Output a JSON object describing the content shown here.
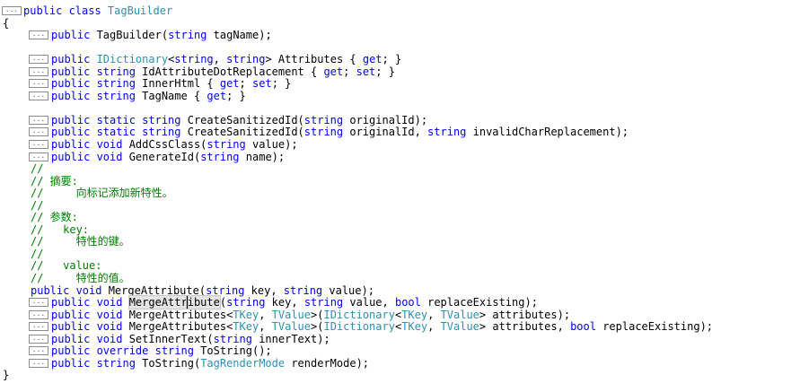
{
  "fold_marker": "...",
  "lines": [
    {
      "kind": "decl",
      "indent": 0,
      "collapsed": true,
      "tokens": [
        {
          "t": "public class ",
          "c": "kw"
        },
        {
          "t": "TagBuilder",
          "c": "ty"
        }
      ]
    },
    {
      "kind": "brace",
      "text": "{"
    },
    {
      "kind": "decl",
      "indent": 1,
      "collapsed": true,
      "tokens": [
        {
          "t": "public ",
          "c": "kw"
        },
        {
          "t": "TagBuilder(",
          "c": ""
        },
        {
          "t": "string",
          "c": "kw"
        },
        {
          "t": " tagName);",
          "c": ""
        }
      ]
    },
    {
      "kind": "blank"
    },
    {
      "kind": "decl",
      "indent": 1,
      "collapsed": true,
      "tokens": [
        {
          "t": "public ",
          "c": "kw"
        },
        {
          "t": "IDictionary",
          "c": "ty"
        },
        {
          "t": "<",
          "c": ""
        },
        {
          "t": "string",
          "c": "kw"
        },
        {
          "t": ", ",
          "c": ""
        },
        {
          "t": "string",
          "c": "kw"
        },
        {
          "t": "> Attributes { ",
          "c": ""
        },
        {
          "t": "get",
          "c": "kw"
        },
        {
          "t": "; }",
          "c": ""
        }
      ]
    },
    {
      "kind": "decl",
      "indent": 1,
      "collapsed": true,
      "tokens": [
        {
          "t": "public string ",
          "c": "kw"
        },
        {
          "t": "IdAttributeDotReplacement { ",
          "c": ""
        },
        {
          "t": "get",
          "c": "kw"
        },
        {
          "t": "; ",
          "c": ""
        },
        {
          "t": "set",
          "c": "kw"
        },
        {
          "t": "; }",
          "c": ""
        }
      ]
    },
    {
      "kind": "decl",
      "indent": 1,
      "collapsed": true,
      "tokens": [
        {
          "t": "public string ",
          "c": "kw"
        },
        {
          "t": "InnerHtml { ",
          "c": ""
        },
        {
          "t": "get",
          "c": "kw"
        },
        {
          "t": "; ",
          "c": ""
        },
        {
          "t": "set",
          "c": "kw"
        },
        {
          "t": "; }",
          "c": ""
        }
      ]
    },
    {
      "kind": "decl",
      "indent": 1,
      "collapsed": true,
      "tokens": [
        {
          "t": "public string ",
          "c": "kw"
        },
        {
          "t": "TagName { ",
          "c": ""
        },
        {
          "t": "get",
          "c": "kw"
        },
        {
          "t": "; }",
          "c": ""
        }
      ]
    },
    {
      "kind": "blank"
    },
    {
      "kind": "decl",
      "indent": 1,
      "collapsed": true,
      "tokens": [
        {
          "t": "public static string ",
          "c": "kw"
        },
        {
          "t": "CreateSanitizedId(",
          "c": ""
        },
        {
          "t": "string",
          "c": "kw"
        },
        {
          "t": " originalId);",
          "c": ""
        }
      ]
    },
    {
      "kind": "decl",
      "indent": 1,
      "collapsed": true,
      "tokens": [
        {
          "t": "public static string ",
          "c": "kw"
        },
        {
          "t": "CreateSanitizedId(",
          "c": ""
        },
        {
          "t": "string",
          "c": "kw"
        },
        {
          "t": " originalId, ",
          "c": ""
        },
        {
          "t": "string",
          "c": "kw"
        },
        {
          "t": " invalidCharReplacement);",
          "c": ""
        }
      ]
    },
    {
      "kind": "decl",
      "indent": 1,
      "collapsed": true,
      "tokens": [
        {
          "t": "public void ",
          "c": "kw"
        },
        {
          "t": "AddCssClass(",
          "c": ""
        },
        {
          "t": "string",
          "c": "kw"
        },
        {
          "t": " value);",
          "c": ""
        }
      ]
    },
    {
      "kind": "decl",
      "indent": 1,
      "collapsed": true,
      "tokens": [
        {
          "t": "public void ",
          "c": "kw"
        },
        {
          "t": "GenerateId(",
          "c": ""
        },
        {
          "t": "string",
          "c": "kw"
        },
        {
          "t": " name);",
          "c": ""
        }
      ]
    },
    {
      "kind": "comment",
      "text": "//"
    },
    {
      "kind": "comment",
      "text": "// 摘要:"
    },
    {
      "kind": "comment",
      "text": "//     向标记添加新特性。"
    },
    {
      "kind": "comment",
      "text": "//"
    },
    {
      "kind": "comment",
      "text": "// 参数:"
    },
    {
      "kind": "comment",
      "text": "//   key:"
    },
    {
      "kind": "comment",
      "text": "//     特性的键。"
    },
    {
      "kind": "comment",
      "text": "//"
    },
    {
      "kind": "comment",
      "text": "//   value:"
    },
    {
      "kind": "comment",
      "text": "//     特性的值。"
    },
    {
      "kind": "decl",
      "indent": 1,
      "collapsed": false,
      "tokens": [
        {
          "t": "public void ",
          "c": "kw"
        },
        {
          "t": "MergeAttribute(",
          "c": ""
        },
        {
          "t": "string",
          "c": "kw"
        },
        {
          "t": " key, ",
          "c": ""
        },
        {
          "t": "string",
          "c": "kw"
        },
        {
          "t": " value);",
          "c": ""
        }
      ]
    },
    {
      "kind": "decl",
      "indent": 1,
      "collapsed": true,
      "tokens": [
        {
          "t": "public void ",
          "c": "kw"
        },
        {
          "t": "MergeAttr",
          "c": "hl"
        },
        {
          "t": "ibute",
          "c": "hl caret"
        },
        {
          "t": "(",
          "c": ""
        },
        {
          "t": "string",
          "c": "kw"
        },
        {
          "t": " key, ",
          "c": ""
        },
        {
          "t": "string",
          "c": "kw"
        },
        {
          "t": " value, ",
          "c": ""
        },
        {
          "t": "bool",
          "c": "kw"
        },
        {
          "t": " replaceExisting);",
          "c": ""
        }
      ]
    },
    {
      "kind": "decl",
      "indent": 1,
      "collapsed": true,
      "tokens": [
        {
          "t": "public void ",
          "c": "kw"
        },
        {
          "t": "MergeAttributes<",
          "c": ""
        },
        {
          "t": "TKey",
          "c": "ty"
        },
        {
          "t": ", ",
          "c": ""
        },
        {
          "t": "TValue",
          "c": "ty"
        },
        {
          "t": ">(",
          "c": ""
        },
        {
          "t": "IDictionary",
          "c": "ty"
        },
        {
          "t": "<",
          "c": ""
        },
        {
          "t": "TKey",
          "c": "ty"
        },
        {
          "t": ", ",
          "c": ""
        },
        {
          "t": "TValue",
          "c": "ty"
        },
        {
          "t": "> attributes);",
          "c": ""
        }
      ]
    },
    {
      "kind": "decl",
      "indent": 1,
      "collapsed": true,
      "tokens": [
        {
          "t": "public void ",
          "c": "kw"
        },
        {
          "t": "MergeAttributes<",
          "c": ""
        },
        {
          "t": "TKey",
          "c": "ty"
        },
        {
          "t": ", ",
          "c": ""
        },
        {
          "t": "TValue",
          "c": "ty"
        },
        {
          "t": ">(",
          "c": ""
        },
        {
          "t": "IDictionary",
          "c": "ty"
        },
        {
          "t": "<",
          "c": ""
        },
        {
          "t": "TKey",
          "c": "ty"
        },
        {
          "t": ", ",
          "c": ""
        },
        {
          "t": "TValue",
          "c": "ty"
        },
        {
          "t": "> attributes, ",
          "c": ""
        },
        {
          "t": "bool",
          "c": "kw"
        },
        {
          "t": " replaceExisting);",
          "c": ""
        }
      ]
    },
    {
      "kind": "decl",
      "indent": 1,
      "collapsed": true,
      "tokens": [
        {
          "t": "public void ",
          "c": "kw"
        },
        {
          "t": "SetInnerText(",
          "c": ""
        },
        {
          "t": "string",
          "c": "kw"
        },
        {
          "t": " innerText);",
          "c": ""
        }
      ]
    },
    {
      "kind": "decl",
      "indent": 1,
      "collapsed": true,
      "tokens": [
        {
          "t": "public override string ",
          "c": "kw"
        },
        {
          "t": "ToString();",
          "c": ""
        }
      ]
    },
    {
      "kind": "decl",
      "indent": 1,
      "collapsed": true,
      "tokens": [
        {
          "t": "public string ",
          "c": "kw"
        },
        {
          "t": "ToString(",
          "c": ""
        },
        {
          "t": "TagRenderMode",
          "c": "ty"
        },
        {
          "t": " renderMode);",
          "c": ""
        }
      ]
    },
    {
      "kind": "brace",
      "text": "}"
    }
  ]
}
